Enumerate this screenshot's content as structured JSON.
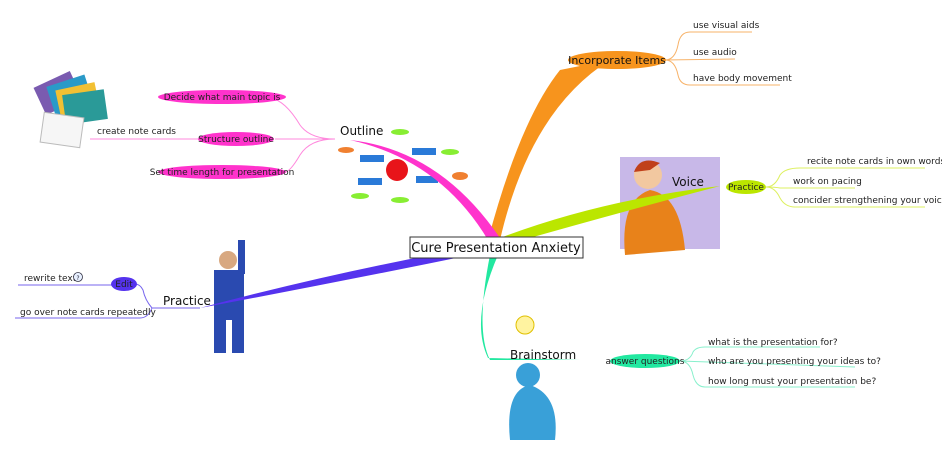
{
  "central": {
    "label": "Cure Presentation Anxiety"
  },
  "branches": {
    "incorporate": {
      "label": "Incorporate Items",
      "color": "#f7941d",
      "items": [
        "use visual aids",
        "use audio",
        "have body movement"
      ]
    },
    "outline": {
      "label": "Outline",
      "color": "#ff33cc",
      "subs": [
        "Decide what main topic is",
        "Structure outline",
        "Set time length for presentation"
      ],
      "note": "create note cards"
    },
    "voice": {
      "label": "Voice",
      "color": "#bbe600",
      "sub": "Practice",
      "items": [
        "recite note cards in own words",
        "work on pacing",
        "concider strengthening your voice"
      ]
    },
    "practice": {
      "label": "Practice",
      "color": "#5533ee",
      "sub": "Edit",
      "items": [
        "rewrite text",
        "go over note cards repeatedly"
      ]
    },
    "brainstorm": {
      "label": "Brainstorm",
      "color": "#22e8a0",
      "sub": "answer questions",
      "items": [
        "what is the presentation for?",
        "who are you presenting your ideas to?",
        "how long must your presentation be?"
      ]
    }
  },
  "icons": {
    "note_icon": "info-note-icon"
  }
}
